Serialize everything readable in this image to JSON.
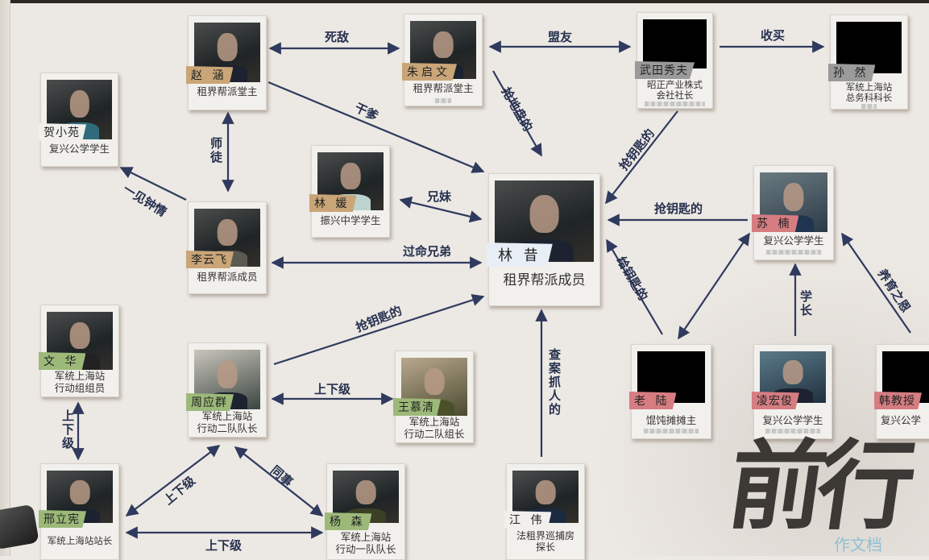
{
  "characters": {
    "zhaohan": {
      "name": "赵 涵",
      "role": [
        "租界帮派堂主"
      ]
    },
    "zhuqiwen": {
      "name": "朱启文",
      "role": [
        "租界帮派堂主"
      ]
    },
    "wutian": {
      "name": "武田秀夫",
      "role": [
        "昭正产业株式",
        "会社社长"
      ]
    },
    "sunran": {
      "name": "孙 然",
      "role": [
        "军统上海站",
        "总务科科长"
      ]
    },
    "hexiaowan": {
      "name": "贺小苑",
      "role": [
        "复兴公学学生"
      ]
    },
    "linyuan": {
      "name": "林 媛",
      "role": [
        "振兴中学学生"
      ]
    },
    "liyunfei": {
      "name": "李云飞",
      "role": [
        "租界帮派成员"
      ]
    },
    "linxi": {
      "name": "林 昔",
      "role": [
        "租界帮派成员"
      ]
    },
    "sunan": {
      "name": "苏 楠",
      "role": [
        "复兴公学学生"
      ]
    },
    "wenhua": {
      "name": "文 华",
      "role": [
        "军统上海站",
        "行动组组员"
      ]
    },
    "zhouyingqun": {
      "name": "周应群",
      "role": [
        "军统上海站",
        "行动二队队长"
      ]
    },
    "wangmuqing": {
      "name": "王慕清",
      "role": [
        "军统上海站",
        "行动二队组长"
      ]
    },
    "xinglixian": {
      "name": "邢立宪",
      "role": [
        "军统上海站站长"
      ]
    },
    "yangsen": {
      "name": "杨 森",
      "role": [
        "军统上海站",
        "行动一队队长"
      ]
    },
    "jiangwei": {
      "name": "江 伟",
      "role": [
        "法租界巡捕房",
        "探长"
      ]
    },
    "laolu": {
      "name": "老 陆",
      "role": [
        "馄饨摊摊主"
      ]
    },
    "linghongjun": {
      "name": "凌宏俊",
      "role": [
        "复兴公学学生"
      ]
    },
    "hanjiaoshou": {
      "name": "韩教授",
      "role": [
        "复兴公学"
      ]
    }
  },
  "relations": {
    "sidi": "死敌",
    "mengyou": "盟友",
    "shoumai": "收买",
    "gandie": "干爹",
    "qiangdipan": "抢地盘的",
    "qiangyaoshi_wutian": "抢钥匙的",
    "shitu": "师徒",
    "yijianzhongqing": "一见钟情",
    "xiongmei": "兄妹",
    "qiangyaoshi_sunan": "抢钥匙的",
    "guomingxiongdi": "过命兄弟",
    "geiyaoshi": "给钥匙的",
    "xuezhang": "学长",
    "yangyuzhien": "养育之恩",
    "qiangyaoshi_zhou": "抢钥匙的",
    "shangxiaji_zw": "上下级",
    "chaan": "查案抓人的",
    "shangxiaji_wx": "上下级",
    "shangxiaji_xz": "上下级",
    "tongshi": "同事",
    "shangxiaji_xy": "上下级"
  },
  "logo": "前行",
  "watermark": "作文档",
  "colors": {
    "arrow": "#2f3a5e",
    "tag_tan": "#c9a577",
    "tag_green": "#9cb979",
    "tag_pink": "#d67d82"
  }
}
